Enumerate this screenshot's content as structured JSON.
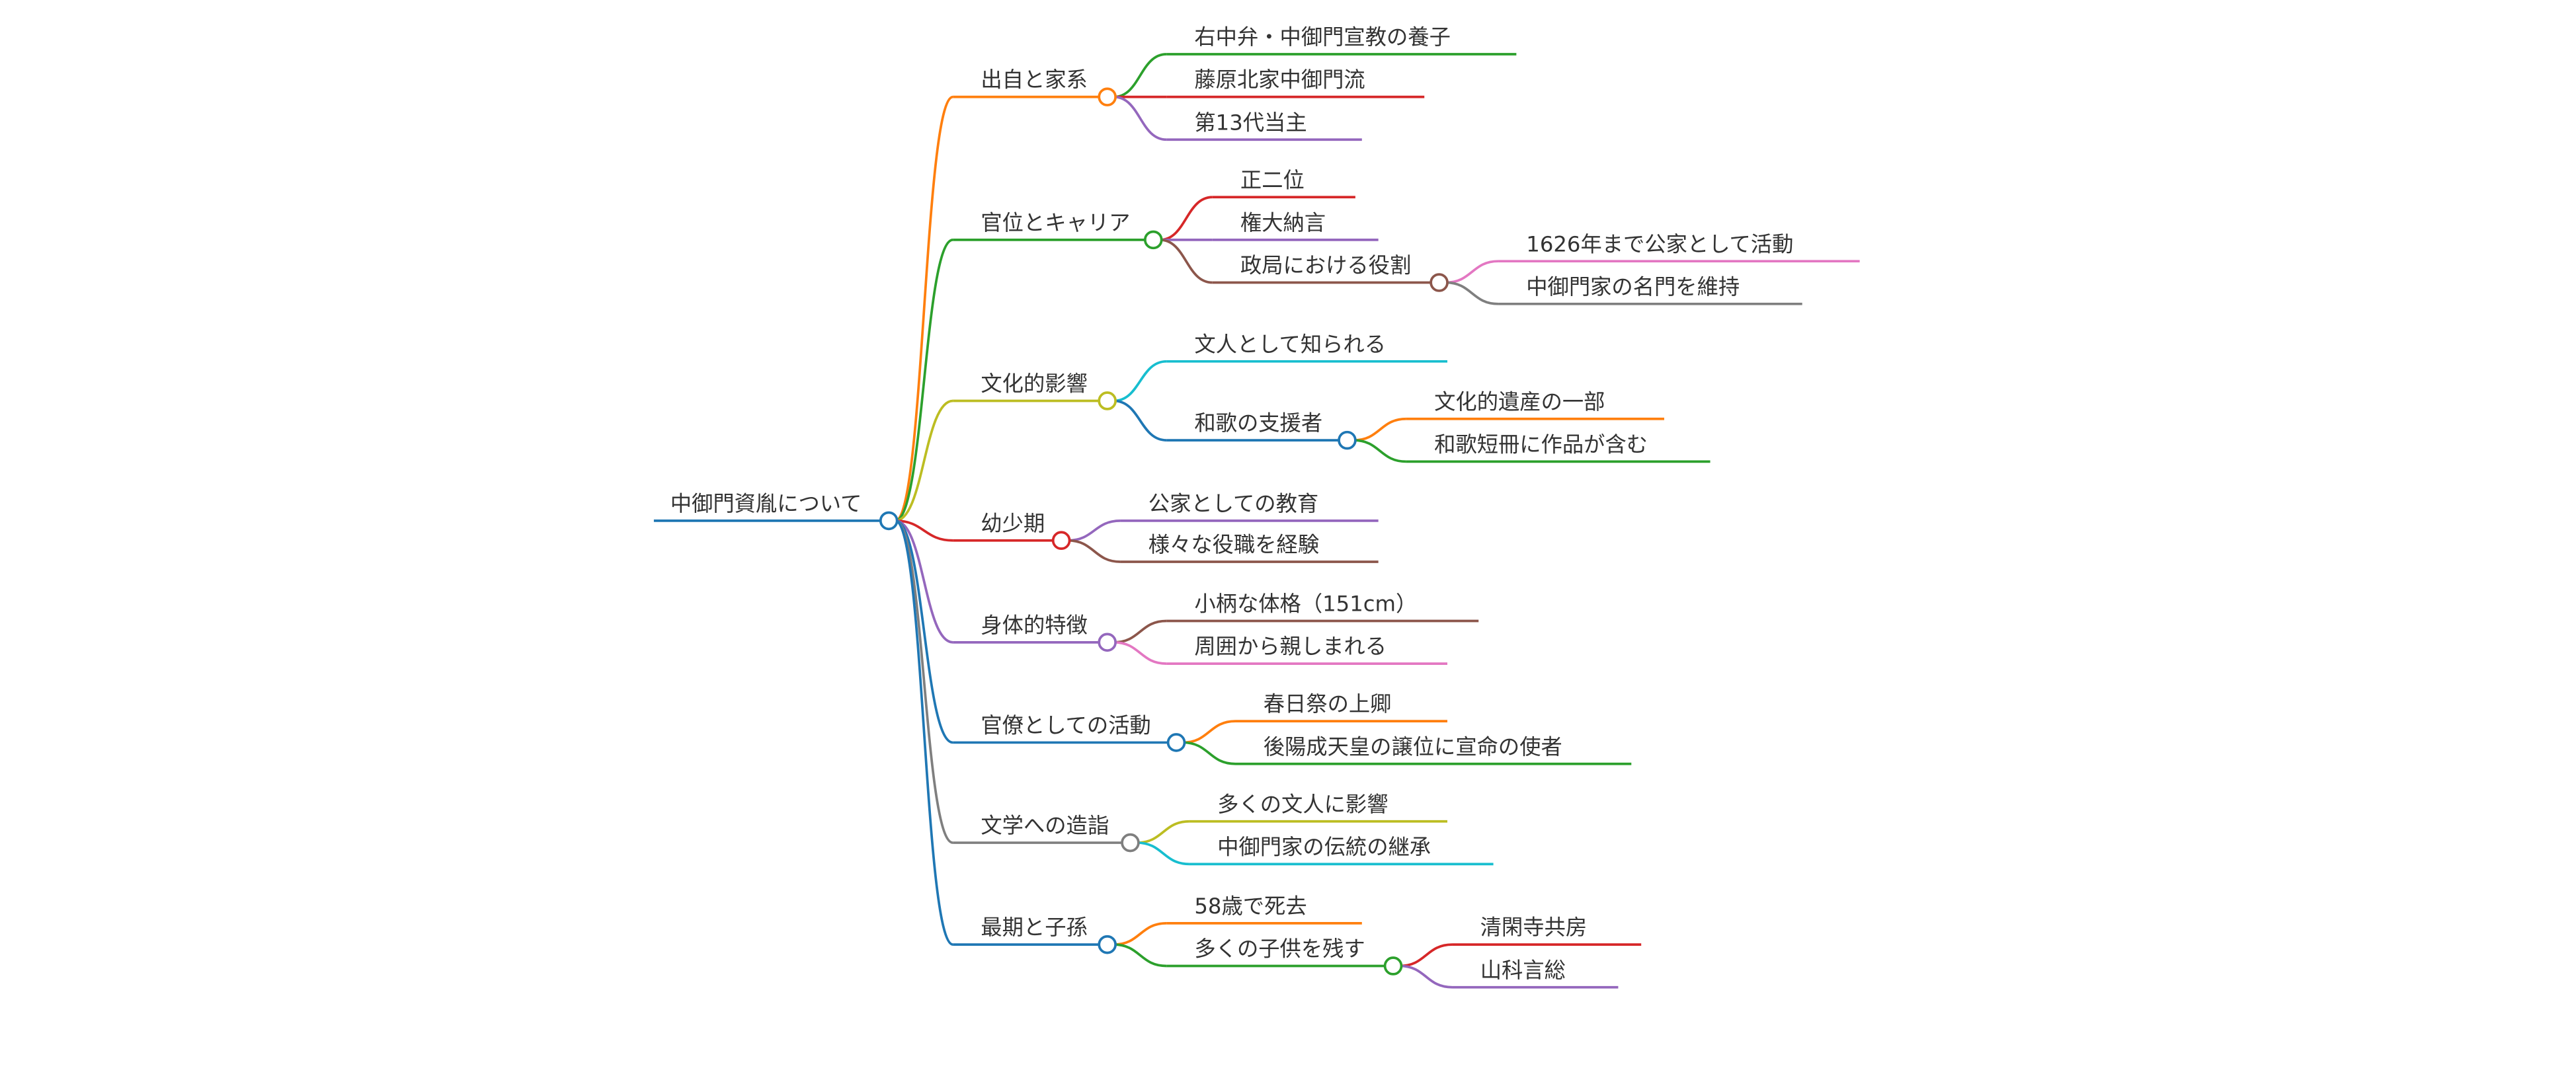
{
  "root": {
    "label": "中御門資胤について"
  },
  "branches": [
    {
      "label": "出自と家系",
      "children": [
        {
          "label": "右中弁・中御門宣教の養子"
        },
        {
          "label": "藤原北家中御門流"
        },
        {
          "label": "第13代当主"
        }
      ]
    },
    {
      "label": "官位とキャリア",
      "children": [
        {
          "label": "正二位"
        },
        {
          "label": "権大納言"
        },
        {
          "label": "政局における役割",
          "children": [
            {
              "label": "1626年まで公家として活動"
            },
            {
              "label": "中御門家の名門を維持"
            }
          ]
        }
      ]
    },
    {
      "label": "文化的影響",
      "children": [
        {
          "label": "文人として知られる"
        },
        {
          "label": "和歌の支援者",
          "children": [
            {
              "label": "文化的遺産の一部"
            },
            {
              "label": "和歌短冊に作品が含む"
            }
          ]
        }
      ]
    },
    {
      "label": "幼少期",
      "children": [
        {
          "label": "公家としての教育"
        },
        {
          "label": "様々な役職を経験"
        }
      ]
    },
    {
      "label": "身体的特徴",
      "children": [
        {
          "label": "小柄な体格（151cm）"
        },
        {
          "label": "周囲から親しまれる"
        }
      ]
    },
    {
      "label": "官僚としての活動",
      "children": [
        {
          "label": "春日祭の上卿"
        },
        {
          "label": "後陽成天皇の譲位に宣命の使者"
        }
      ]
    },
    {
      "label": "文学への造詣",
      "children": [
        {
          "label": "多くの文人に影響"
        },
        {
          "label": "中御門家の伝統の継承"
        }
      ]
    },
    {
      "label": "最期と子孫",
      "children": [
        {
          "label": "58歳で死去"
        },
        {
          "label": "多くの子供を残す",
          "children": [
            {
              "label": "清閑寺共房"
            },
            {
              "label": "山科言総"
            }
          ]
        }
      ]
    }
  ]
}
